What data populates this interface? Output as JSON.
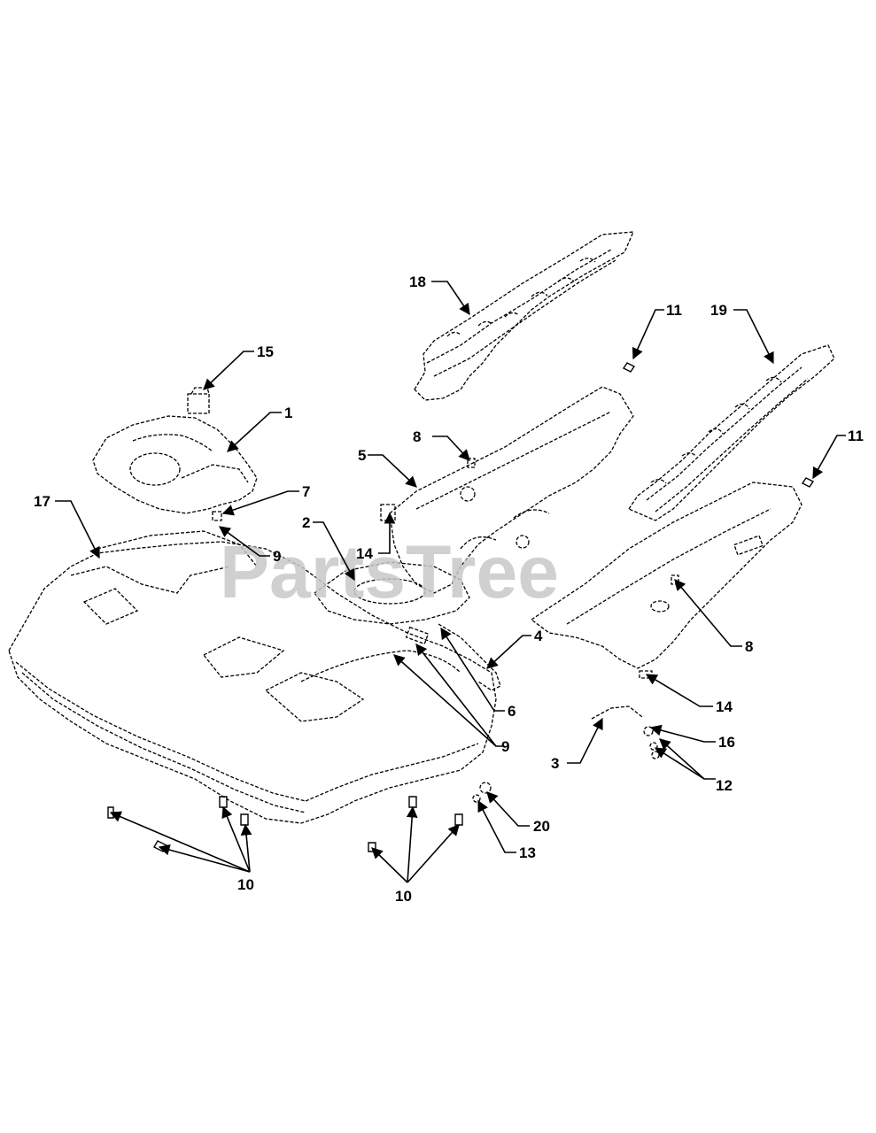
{
  "watermark": "PartsTree",
  "callouts": [
    {
      "id": "c18",
      "label": "18"
    },
    {
      "id": "c11a",
      "label": "11"
    },
    {
      "id": "c19",
      "label": "19"
    },
    {
      "id": "c15",
      "label": "15"
    },
    {
      "id": "c1",
      "label": "1"
    },
    {
      "id": "c8a",
      "label": "8"
    },
    {
      "id": "c11b",
      "label": "11"
    },
    {
      "id": "c5",
      "label": "5"
    },
    {
      "id": "c7",
      "label": "7"
    },
    {
      "id": "c17",
      "label": "17"
    },
    {
      "id": "c2",
      "label": "2"
    },
    {
      "id": "c14a",
      "label": "14"
    },
    {
      "id": "c9a",
      "label": "9"
    },
    {
      "id": "c8b",
      "label": "8"
    },
    {
      "id": "c4",
      "label": "4"
    },
    {
      "id": "c6",
      "label": "6"
    },
    {
      "id": "c14b",
      "label": "14"
    },
    {
      "id": "c16",
      "label": "16"
    },
    {
      "id": "c9b",
      "label": "9"
    },
    {
      "id": "c3",
      "label": "3"
    },
    {
      "id": "c12",
      "label": "12"
    },
    {
      "id": "c20",
      "label": "20"
    },
    {
      "id": "c13",
      "label": "13"
    },
    {
      "id": "c10a",
      "label": "10"
    },
    {
      "id": "c10b",
      "label": "10"
    }
  ]
}
